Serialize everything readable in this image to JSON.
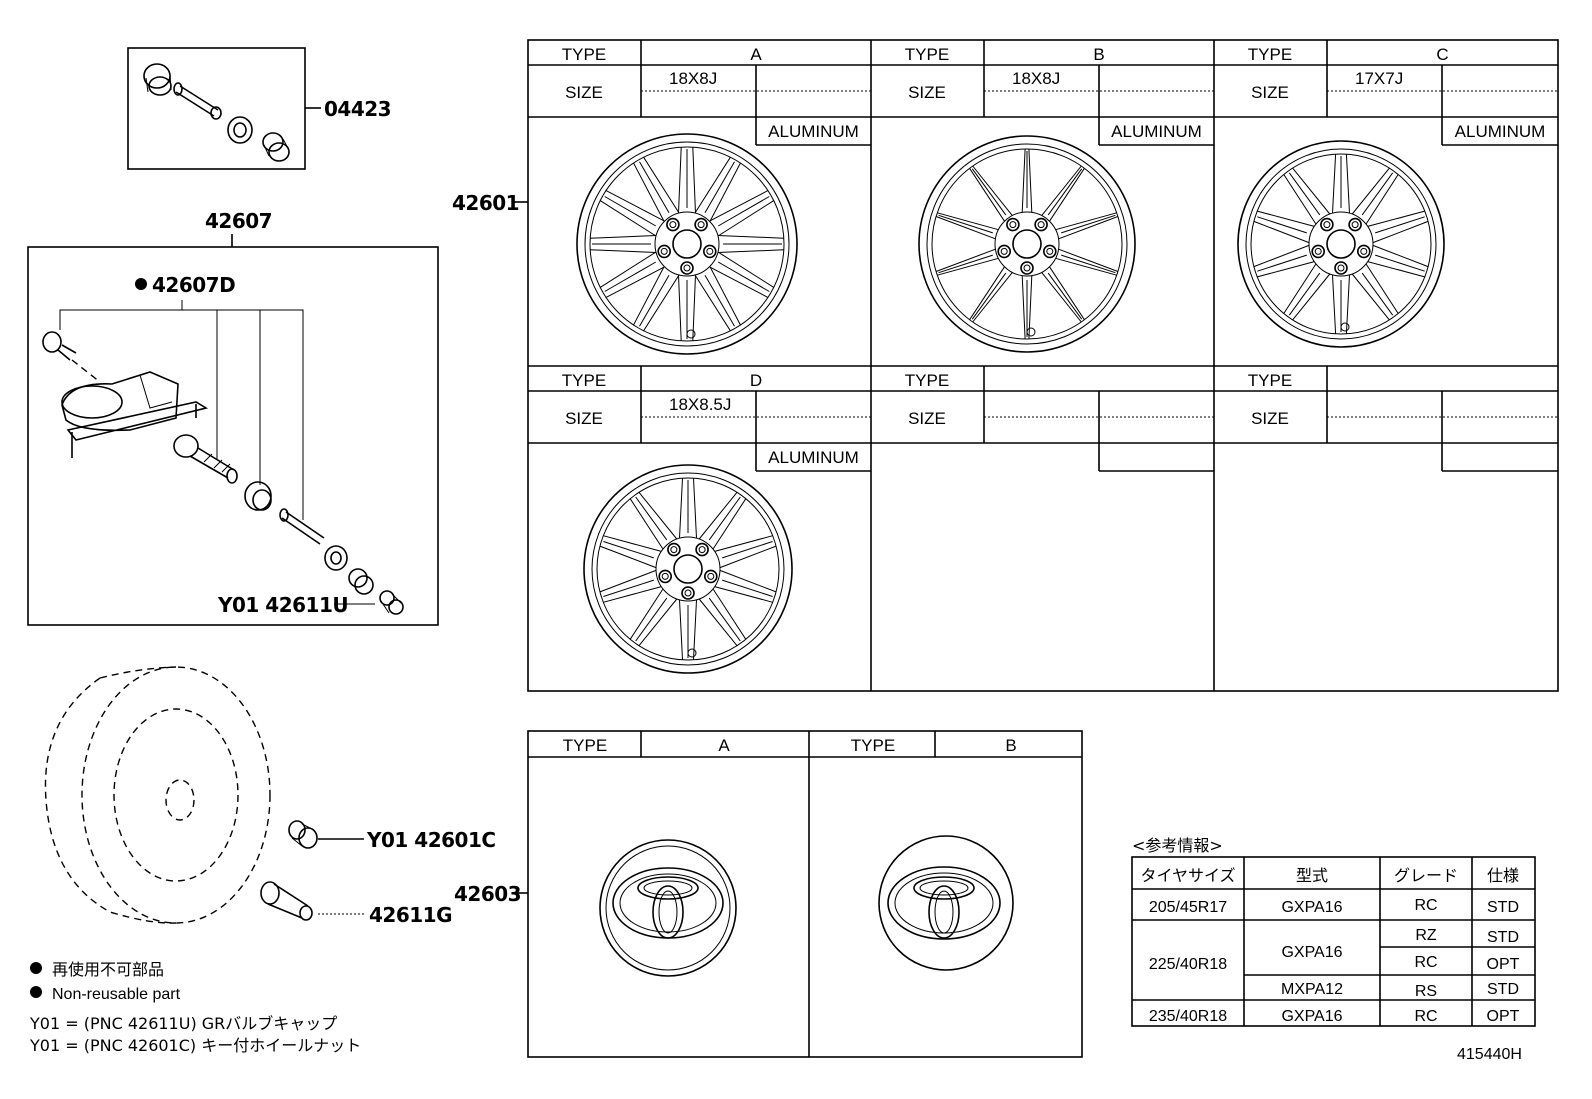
{
  "parts": {
    "p04423": "04423",
    "p42607": "42607",
    "p42607D": "42607D",
    "p42611U": "Y01 42611U",
    "p42601": "42601",
    "p42601C": "Y01 42601C",
    "p42611G": "42611G",
    "p42603": "42603"
  },
  "wheel_table": {
    "type_label": "TYPE",
    "size_label": "SIZE",
    "material_label": "ALUMINUM",
    "types": [
      {
        "type": "A",
        "size": "18X8J",
        "material": "ALUMINUM"
      },
      {
        "type": "B",
        "size": "18X8J",
        "material": "ALUMINUM"
      },
      {
        "type": "C",
        "size": "17X7J",
        "material": "ALUMINUM"
      },
      {
        "type": "D",
        "size": "18X8.5J",
        "material": "ALUMINUM"
      },
      {
        "type": "",
        "size": "",
        "material": ""
      },
      {
        "type": "",
        "size": "",
        "material": ""
      }
    ]
  },
  "cap_table": {
    "type_label": "TYPE",
    "types": [
      "A",
      "B"
    ]
  },
  "notes": {
    "non_reuse_jp": "再使用不可部品",
    "non_reuse_en": "Non-reusable part",
    "y01_line1": "Y01 = (PNC 42611U) GRバルブキャップ",
    "y01_line2": "Y01 = (PNC 42601C) キー付ホイールナット"
  },
  "ref_info": {
    "title": "<参考情報>",
    "headers": [
      "タイヤサイズ",
      "型式",
      "グレード",
      "仕様"
    ],
    "rows": [
      {
        "tire": "205/45R17",
        "model": "GXPA16",
        "grade": "RC",
        "spec": "STD"
      },
      {
        "tire": "225/40R18",
        "model": "GXPA16",
        "grade": "RZ",
        "spec": "STD"
      },
      {
        "tire": "",
        "model": "",
        "grade": "RC",
        "spec": "OPT"
      },
      {
        "tire": "",
        "model": "MXPA12",
        "grade": "RS",
        "spec": "STD"
      },
      {
        "tire": "235/40R18",
        "model": "GXPA16",
        "grade": "RC",
        "spec": "OPT"
      }
    ]
  },
  "diagram_id": "415440H"
}
